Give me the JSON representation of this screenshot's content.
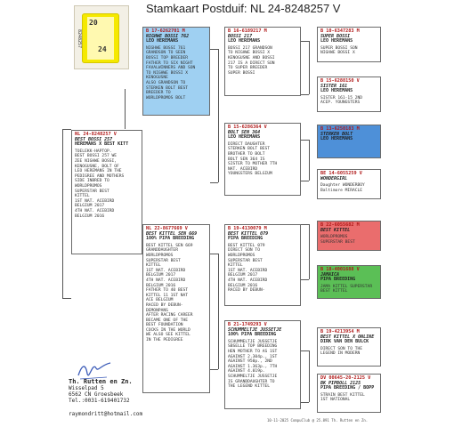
{
  "title": "Stamkaart Postduif: NL  24-8248257 V",
  "ring_photo": {
    "top_number": "20",
    "bottom_number": "24",
    "vertical_code": "8248257"
  },
  "pigeons": {
    "main": {
      "ring": "NL  24-8248257",
      "sex": "V",
      "name": "BEST BOSSI 257",
      "breeder": "HEREMANS X BEST KITT",
      "desc": "TOELEKK-HAPTOP.\nBEST BOSSI 257 WE\nZEE NIGHWE BOSSI,\nKENOGUSNE, BOLT OF\nLEO HEREMANS IN THE\nPEDIGREE AND MOTHERS\nSIDE INBRED TO\nWORLDPROMOS\nSUPERSTAR BEST\nKITTEL\n1ST NAT. ACEBIRD\nBELGIUM 2017\n4TH NAT. ACEBIRD\nBELGIUM 2016"
    },
    "f": {
      "ring": "B  17-6262701",
      "sex": "M",
      "name": "NIGHWE BOSSI 762",
      "breeder": "LEO HEREMANS",
      "desc": "NIGHWE BOSSI 761\nGRANDSON TO SEEN\nBOSSI TOP BREEDER\nFATHER TO SIX NIGHT\nFAVALWINNERS AND SON\nTO NIGHWE BOSSI X\nKENOGUSNE\nALSO GRANDSON TO\nSTERKEN BOLT BEST\nBREEDER TO\nWORLDPROMOS BOLT"
    },
    "ff": {
      "ring": "B  16-6189217",
      "sex": "M",
      "name": "BOSSI 217",
      "breeder": "LEO HEREMANS",
      "desc": "BOSSI 217 GRANDSON\nTO NIGHWE BOSSI X\nKENOGUSNE AND BOSSI\n217 IS A DIRECT SON\nTO SUPER BREEDER\nSUPER BOSSI"
    },
    "fff": {
      "ring": "B  10-6347283",
      "sex": "M",
      "name": "SUPER BOSSI",
      "breeder": "LEO HEREMANS",
      "desc": "SUPER BOSSI SON\nNIGHWE BOSSI X"
    },
    "ffm": {
      "ring": "B  15-6288150",
      "sex": "V",
      "name": "SISTER 161",
      "breeder": "LEO HEREMANS",
      "desc": "SISTER 161-15 2ND\nACEP. YOUNGSTERS"
    },
    "fm": {
      "ring": "B  15-6286364",
      "sex": "V",
      "name": "BOLT SEN 364",
      "breeder": "LEO HEREMANS",
      "desc": "DIRECT DAUGHTER\nSTERKEN BOLT BEST\nBROTHER TO BOLT\nBOLT SEN 364 IS\nSISTER TO MOTHER 7TH\nNAT. ACEBIRD\nYOUNGSTERS BELGIUM"
    },
    "fmf": {
      "ring": "B  13-6250183",
      "sex": "M",
      "name": "STERKEN BOLT",
      "breeder": "LEO HEREMANS",
      "desc": ""
    },
    "fmm": {
      "ring": "BE  14-6055259",
      "sex": "V",
      "name": "WONDERGIRL",
      "breeder": "",
      "desc": "Daughter WONDERBOY\nBaltimore MIRACLE"
    },
    "m": {
      "ring": "NL  22-8677669",
      "sex": "V",
      "name": "BEST KITTEL SEN 669",
      "breeder": "100% PIPA BREEDING",
      "desc": "BEST KITTEL SEN 669\nGRANDDAUGHTER\nWORLDPROMOS\nSUPERSTAR BEST\nKITTEL\n1ST NAT. ACEBIRD\nBELGIUM 2017\n4TH NAT. ACEBIRD\nBELGIUM 2016\nFATHER TO 40 BEST\nKITTEL 11 1ST NAT\nACE BELGIUM\nRACED BY DEBUN-\nDEMONPANS\nAFTER RACING CAREER\nBECAME ONE OF THE\nBEST FOUNDATION\nCOCKS IN THE WORLD\nWE ALSO SEE KITTEL\nIN THE PEDIGREE"
    },
    "mf": {
      "ring": "B  19-4130079",
      "sex": "M",
      "name": "BEST KITTEL 079",
      "breeder": "PIPA BREEDING",
      "desc": "BEST KITTEL 079\nDIRECT SON TO\nWORLDPROMOS\nSUPERSTAR BEST\nKITTEL\n1ST NAT. ACEBIRD\nBELGIUM 2017\n4TH NAT. ACEBIRD\nBELGIUM 2016\nRACED BY DEBUN-"
    },
    "mff": {
      "ring": "B  22-6055682",
      "sex": "M",
      "name": "BEST KITTEL",
      "breeder": "",
      "desc": "WORLDPROMOS\nSUPERSTAR BEST"
    },
    "mfm": {
      "ring": "B  18-4001688",
      "sex": "V",
      "name": "JAMAICA",
      "breeder": "PIPA BREEDING",
      "desc": "JAMA KITTEL SUPERSTAR\nBEST KITTEL"
    },
    "mm": {
      "ring": "B  21-1749293",
      "sex": "V",
      "name": "SCHUMMELTJE JUSSETJE",
      "breeder": "100% PIPA BREEDING",
      "desc": "SCHUMMELTJE JUSSETJE\nSBSELLE TOP BREEDING\nHEN MOTHER TO AS 1ST\nAGAINST 2.304p., 1ST\nAGAINST 950p., 2ND\nAGAINST 1.363p., 7TH\nAGAINST 4.019p.\nSCHUMMELTJE JUSSETJE\nIS GRANDDAUGHTER TO\nTHE LEGEND KITTEL"
    },
    "mmf": {
      "ring": "B  19-4213954",
      "sex": "M",
      "name": "BEST KITTEL X ONLINE",
      "breeder": "DIRK VAN DEN BULCK",
      "desc": "DIRECT SON TO THE\nLEGEND IN MODERN"
    },
    "mmm": {
      "ring": "DV  00645-20-2125",
      "sex": "V",
      "name": "BK PIPBOLL 2125",
      "breeder": "PIPA BREEDING / BOPP",
      "desc": "STRAIN BEST KITTEL\n1ST NATIONAL"
    }
  },
  "owner": {
    "name": "Th. Rutten en Zn.",
    "address": "Wisselpad 5",
    "city": "6562 CN  Groesbeek",
    "phone": "Tel.:0031-619401732",
    "email": "raymondritt@hotmail.com"
  },
  "footer": "10-11-2025    CompuClub @ 25.891  Th. Rutten en Zn."
}
